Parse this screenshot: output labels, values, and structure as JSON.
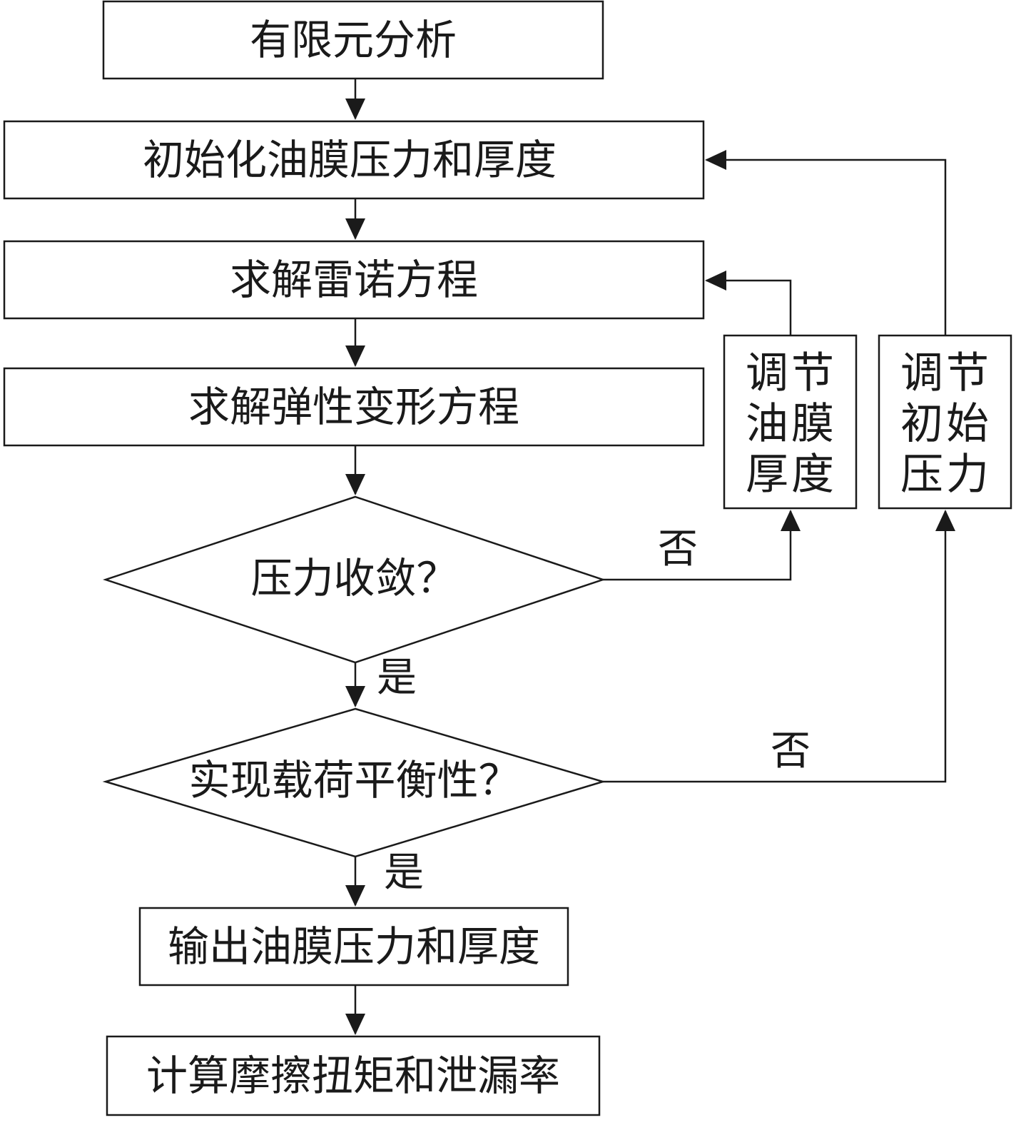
{
  "flowchart": {
    "steps": {
      "fea": "有限元分析",
      "init": "初始化油膜压力和厚度",
      "reynolds": "求解雷诺方程",
      "elastic": "求解弹性变形方程",
      "pressure_converge": "压力收敛？",
      "load_balance": "实现载荷平衡性？",
      "output": "输出油膜压力和厚度",
      "compute": "计算摩擦扭矩和泄漏率"
    },
    "adjust": {
      "film_thickness": "调节油膜厚度",
      "initial_pressure": "调节初始压力"
    },
    "labels": {
      "yes": "是",
      "no": "否"
    }
  }
}
